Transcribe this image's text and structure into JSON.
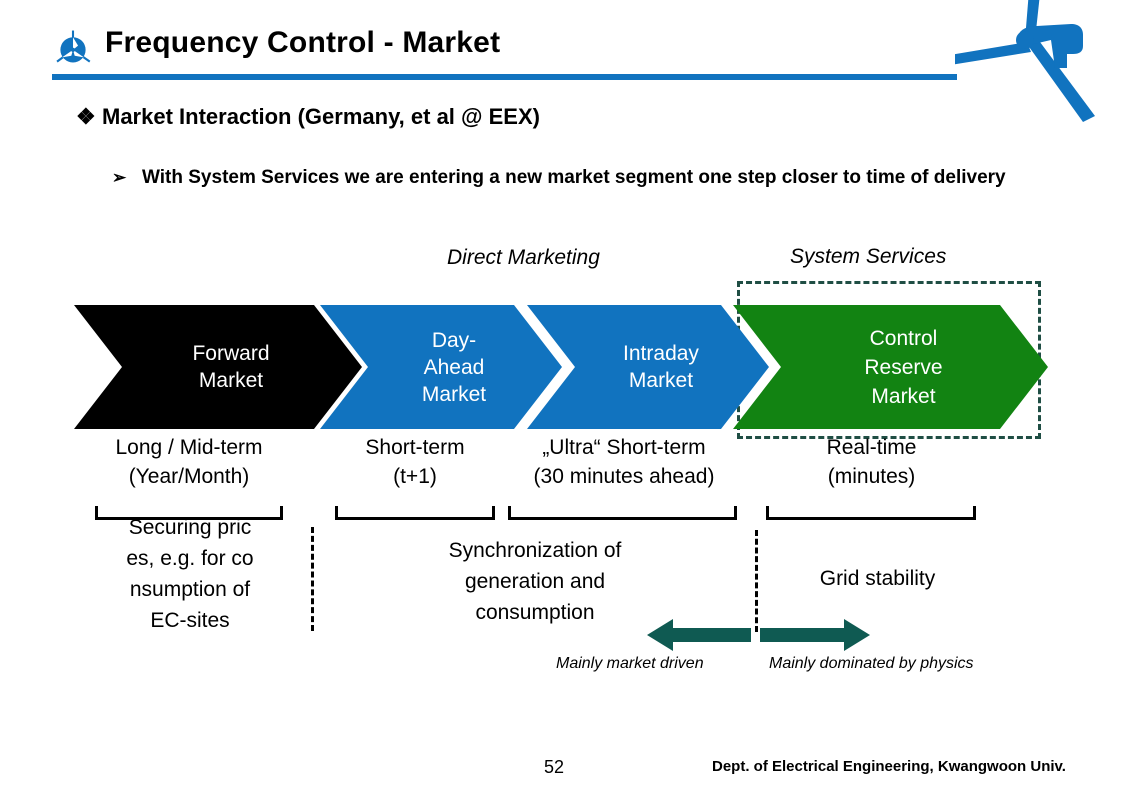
{
  "header": {
    "title": "Frequency Control - Market",
    "logo_icon": "turbine-circle-logo",
    "decoration_icon": "wind-turbine-icon",
    "rule_color": "#1173bf"
  },
  "bullets": {
    "level1_mark": "❖",
    "level1_text": "Market Interaction (Germany, et al @ EEX)",
    "level2_mark": "➢",
    "level2_text": "With System Services we are entering a new market segment one step closer to time of delivery"
  },
  "diagram": {
    "section_captions": [
      {
        "label": "Direct Marketing"
      },
      {
        "label": "System Services"
      }
    ],
    "stages": [
      {
        "name": "Forward Market",
        "color": "#000000",
        "timeframe": "Long / Mid-term\n(Year/Month)",
        "timeframe_line1": "Long / Mid-term",
        "timeframe_line2": "(Year/Month)"
      },
      {
        "name": "Day-Ahead Market",
        "color": "#1173bf",
        "timeframe_line1": "Short-term",
        "timeframe_line2": "(t+1)"
      },
      {
        "name": "Intraday Market",
        "color": "#1173bf",
        "timeframe_line1": "„Ultra“ Short-term",
        "timeframe_line2": "(30 minutes ahead)"
      },
      {
        "name": "Control Reserve Market",
        "color": "#128312",
        "timeframe_line1": "Real-time",
        "timeframe_line2": "(minutes)",
        "highlight_border": "#1f4e44"
      }
    ],
    "chevron_labels": {
      "forward_line1": "Forward",
      "forward_line2": "Market",
      "day_line1": "Day-",
      "day_line2": "Ahead",
      "day_line3": "Market",
      "intraday_line1": "Intraday",
      "intraday_line2": "Market",
      "control_line1": "Control",
      "control_line2": "Reserve",
      "control_line3": "Market"
    },
    "descriptions": {
      "securing": "Securing  prices, e.g. for  consumption  of  EC-sites",
      "securing_l1": "Securing  pric",
      "securing_l2": "es, e.g. for  co",
      "securing_l3": "nsumption  of",
      "securing_l4": "EC-sites",
      "sync_l1": "Synchronization of",
      "sync_l2": "generation and",
      "sync_l3": "consumption",
      "grid": "Grid stability"
    },
    "arrows": {
      "color": "#0f5a52",
      "left_icon": "left-arrow-icon",
      "right_icon": "right-arrow-icon",
      "left_caption": "Mainly market driven",
      "right_caption": "Mainly dominated by physics"
    }
  },
  "footer": {
    "page_number": "52",
    "department": "Dept. of Electrical Engineering, Kwangwoon Univ."
  }
}
